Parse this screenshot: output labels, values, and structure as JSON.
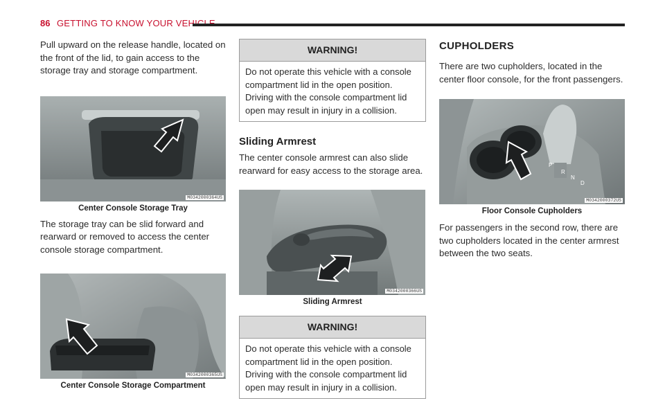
{
  "header": {
    "page_number": "86",
    "title": "GETTING TO KNOW YOUR VEHICLE"
  },
  "col1": {
    "intro": "Pull upward on the release handle, located on the front of the lid, to gain access to the storage tray and storage compartment.",
    "fig1": {
      "code": "M0342000364US",
      "caption": "Center Console Storage Tray"
    },
    "middle": "The storage tray can be slid forward and rearward or removed to access the center console storage compartment.",
    "fig2": {
      "code": "M0342000365US",
      "caption": "Center Console Storage Compartment"
    }
  },
  "col2": {
    "warning1": {
      "title": "WARNING!",
      "text": "Do not operate this vehicle with a console compartment lid in the open position. Driving with the console compartment lid open may result in injury in a collision."
    },
    "armrest": {
      "heading": "Sliding Armrest",
      "text": "The center console armrest can also slide rearward for easy access to the storage area.",
      "fig": {
        "code": "M0342000366US",
        "caption": "Sliding Armrest"
      }
    },
    "warning2": {
      "title": "WARNING!",
      "text": "Do not operate this vehicle with a console compartment lid in the open position. Driving with the console compartment lid open may result in injury in a collision."
    }
  },
  "col3": {
    "heading": "CUPHOLDERS",
    "intro": "There are two cupholders, located in the center floor console, for the front passengers.",
    "fig": {
      "code": "M0342000372US",
      "caption": "Floor Console Cupholders"
    },
    "outro": "For passengers in the second row, there are two cupholders located in the center armrest between the two seats."
  },
  "colors": {
    "accent": "#c8102e",
    "warning_header": "#d9d9d9",
    "rule": "#222222"
  }
}
